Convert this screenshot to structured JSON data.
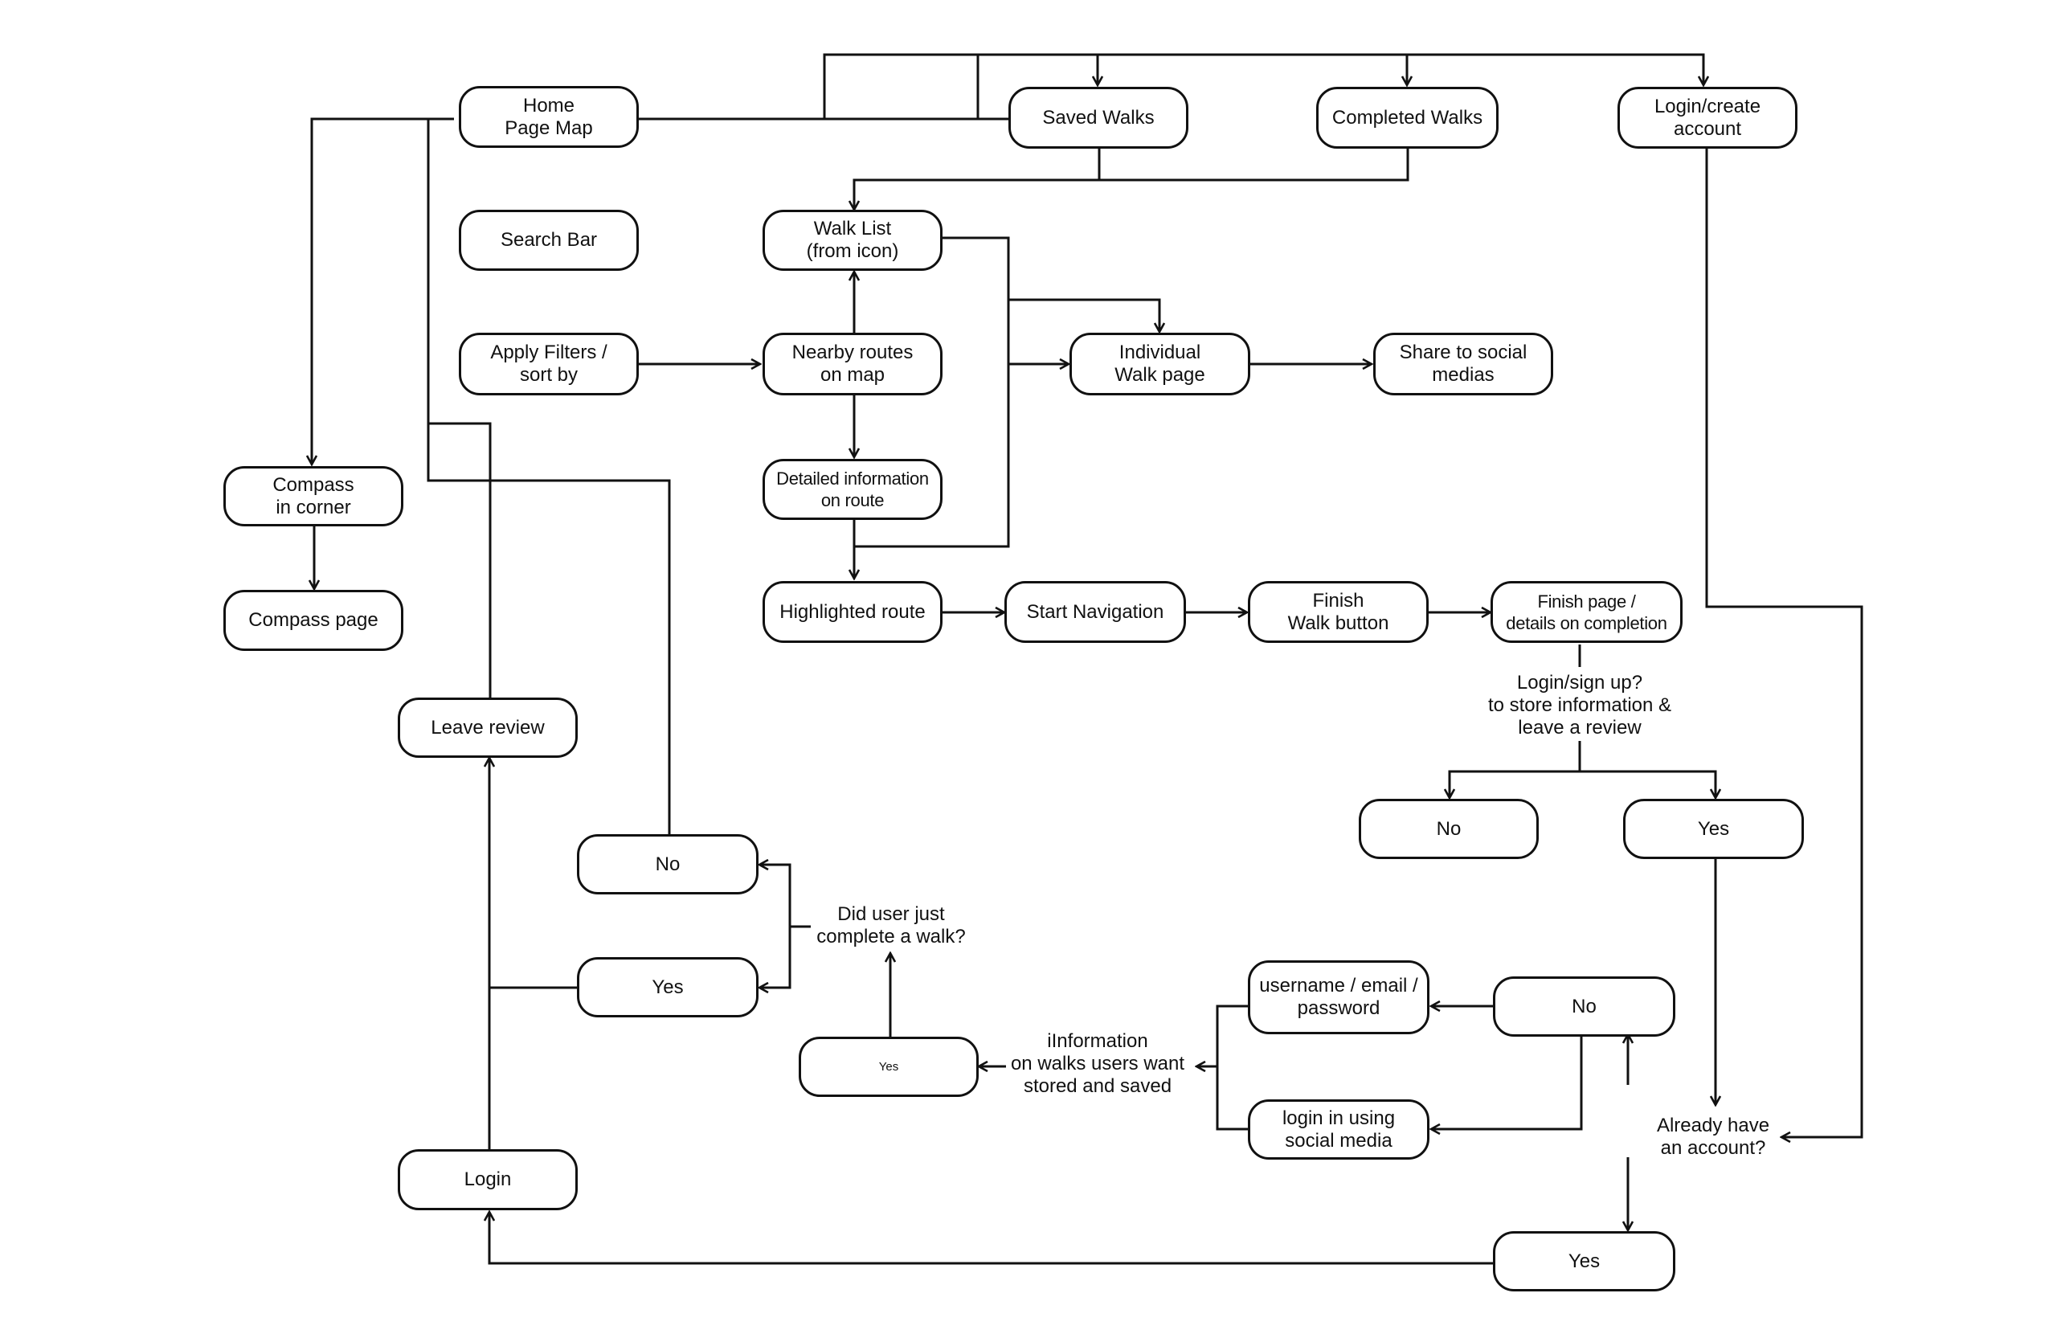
{
  "nodes": {
    "home": "Home\nPage Map",
    "saved": "Saved Walks",
    "completed": "Completed Walks",
    "login_create": "Login/create\naccount",
    "search": "Search Bar",
    "walk_list": "Walk List\n(from icon)",
    "filters": "Apply Filters /\nsort by",
    "nearby": "Nearby routes\non map",
    "individual": "Individual\nWalk page",
    "share": "Share to social\nmedias",
    "compass_corner": "Compass\nin corner",
    "detailed": "Detailed information\non route",
    "compass_page": "Compass page",
    "highlighted": "Highlighted route",
    "start_nav": "Start Navigation",
    "finish_btn": "Finish\nWalk button",
    "finish_page": "Finish page /\ndetails on completion",
    "leave_review": "Leave review",
    "no_right": "No",
    "yes_right": "Yes",
    "no_left": "No",
    "yes_left": "Yes",
    "username": "username / email /\npassword",
    "no_account": "No",
    "yes_small": "Yes",
    "social_login": "login in using\nsocial media",
    "login": "Login",
    "yes_account": "Yes"
  },
  "labels": {
    "login_signup": "Login/sign up?\nto store information &\nleave a review",
    "did_user": "Did user just\ncomplete a walk?",
    "information": "iInformation\non walks users want\nstored and saved",
    "already": "Already have\nan account?"
  }
}
